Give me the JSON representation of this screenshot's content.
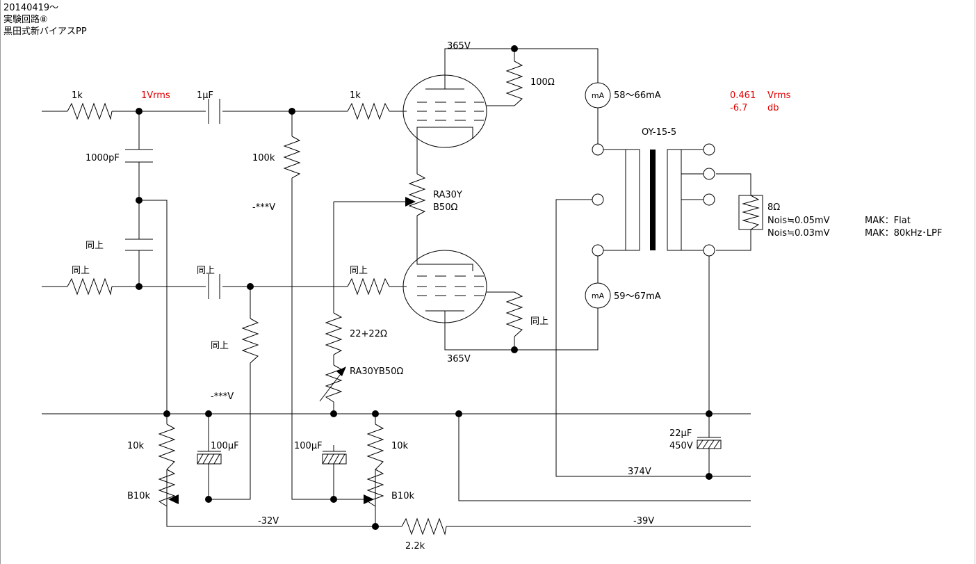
{
  "header": {
    "date": "20140419～",
    "experiment": "実験回路⑧",
    "title": "黒田式新バイアスPP"
  },
  "labels": {
    "r_in_top": "1k",
    "signal_level": "1Vrms",
    "cap_coupling_top": "1μF",
    "r_grid_top": "1k",
    "plate_voltage_top": "365V",
    "r_plate_top": "100Ω",
    "meter_unit": "mA",
    "current_top": "58～66mA",
    "out_level": "0.461",
    "out_level_unit": "Vrms",
    "out_db": "-6.7",
    "out_db_unit": "db",
    "transformer": "OY-15-5",
    "cap_filter": "1000pF",
    "r_grid_leak": "100k",
    "bias_top": "-***V",
    "pot_balance_line1": "RA30Y",
    "pot_balance_line2": "B50Ω",
    "load": "8Ω",
    "noise_flat": "Nois≒0.05mV",
    "mak_flat": "MAK：Flat",
    "noise_lpf": "Nois≒0.03mV",
    "mak_lpf": "MAK：80kHz･LPF",
    "same_cap": "同上",
    "same_r_in": "同上",
    "same_cap_coupling": "同上",
    "same_r_grid": "同上",
    "current_bottom": "59～67mA",
    "same_r_plate": "同上",
    "same_r_grid_leak": "同上",
    "r_cathode": "22+22Ω",
    "plate_voltage_bottom": "365V",
    "pot_cathode": "RA30YB50Ω",
    "bias_bottom": "-***V",
    "r_bias_left": "10k",
    "cap_left": "100μF",
    "cap_mid": "100μF",
    "r_bias_right": "10k",
    "cap_psu_line1": "22μF",
    "cap_psu_line2": "450V",
    "supply_voltage": "374V",
    "pot_left": "B10k",
    "pot_right": "B10k",
    "neg_supply_left": "-32V",
    "neg_supply_right": "-39V",
    "r_dropper": "2.2k"
  },
  "colors": {
    "wire": "#000000",
    "highlight": "#e00000",
    "background": "#ffffff"
  }
}
